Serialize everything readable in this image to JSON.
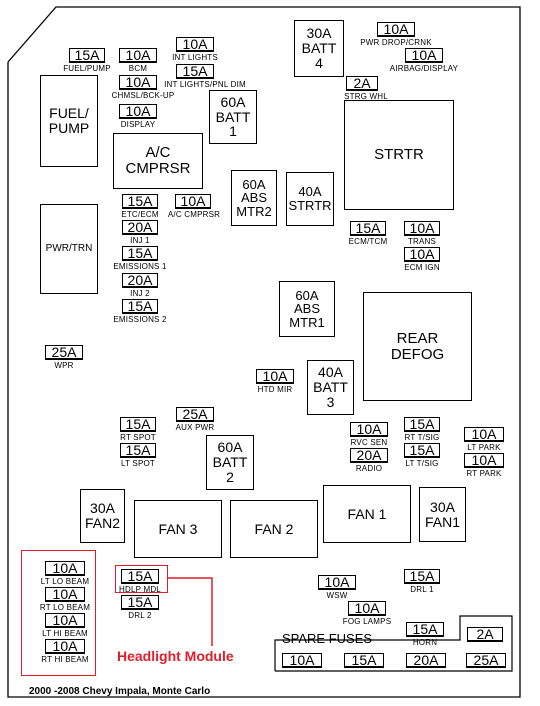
{
  "caption": "2000 -2008 Chevy Impala, Monte Carlo",
  "callout": "Headlight Module",
  "spare_fuses_title": "SPARE FUSES",
  "colors": {
    "line": "#000000",
    "highlight": "#e01d2a",
    "background": "#ffffff"
  },
  "relays": [
    {
      "id": "fuel_pump",
      "text": "FUEL/\nPUMP"
    },
    {
      "id": "ac_cmprsr",
      "text": "A/C\nCMPRSR"
    },
    {
      "id": "batt1",
      "text": "60A\nBATT\n1"
    },
    {
      "id": "batt4",
      "text": "30A\nBATT\n4"
    },
    {
      "id": "strtr",
      "text": "STRTR"
    },
    {
      "id": "abs_mtr2",
      "text": "60A\nABS\nMTR2"
    },
    {
      "id": "strtr_40a",
      "text": "40A\nSTRTR"
    },
    {
      "id": "pwr_trn",
      "text": "PWR/TRN"
    },
    {
      "id": "abs_mtr1",
      "text": "60A\nABS\nMTR1"
    },
    {
      "id": "rear_defog",
      "text": "REAR\nDEFOG"
    },
    {
      "id": "batt3",
      "text": "40A\nBATT\n3"
    },
    {
      "id": "batt2",
      "text": "60A\nBATT\n2"
    },
    {
      "id": "fan2_30a",
      "text": "30A\nFAN2"
    },
    {
      "id": "fan3",
      "text": "FAN 3"
    },
    {
      "id": "fan2",
      "text": "FAN 2"
    },
    {
      "id": "fan1",
      "text": "FAN 1"
    },
    {
      "id": "fan1_30a",
      "text": "30A\nFAN1"
    }
  ],
  "fuses": [
    {
      "id": "fuel_pump",
      "rating": "15A",
      "label": "FUEL/PUMP"
    },
    {
      "id": "bcm",
      "rating": "10A",
      "label": "BCM"
    },
    {
      "id": "int_lights",
      "rating": "10A",
      "label": "INT LIGHTS"
    },
    {
      "id": "int_lights_pnl_dim",
      "rating": "15A",
      "label": "INT LIGHTS/PNL DIM"
    },
    {
      "id": "chmsl",
      "rating": "10A",
      "label": "CHMSL/BCK-UP"
    },
    {
      "id": "display",
      "rating": "10A",
      "label": "DISPLAY"
    },
    {
      "id": "pwr_drop",
      "rating": "10A",
      "label": "PWR DROP/CRNK"
    },
    {
      "id": "airbag",
      "rating": "10A",
      "label": "AIRBAG/DISPLAY"
    },
    {
      "id": "strg_whl",
      "rating": "2A",
      "label": "STRG WHL"
    },
    {
      "id": "etc_ecm",
      "rating": "15A",
      "label": "ETC/ECM"
    },
    {
      "id": "ac_cmprsr",
      "rating": "10A",
      "label": "A/C CMPRSR"
    },
    {
      "id": "inj1",
      "rating": "20A",
      "label": "INJ 1"
    },
    {
      "id": "emissions1",
      "rating": "15A",
      "label": "EMISSIONS 1"
    },
    {
      "id": "inj2",
      "rating": "20A",
      "label": "INJ 2"
    },
    {
      "id": "emissions2",
      "rating": "15A",
      "label": "EMISSIONS 2"
    },
    {
      "id": "ecm_tcm",
      "rating": "15A",
      "label": "ECM/TCM"
    },
    {
      "id": "trans",
      "rating": "10A",
      "label": "TRANS"
    },
    {
      "id": "ecm_ign",
      "rating": "10A",
      "label": "ECM IGN"
    },
    {
      "id": "wpr",
      "rating": "25A",
      "label": "WPR"
    },
    {
      "id": "htd_mir",
      "rating": "10A",
      "label": "HTD MIR"
    },
    {
      "id": "aux_pwr",
      "rating": "25A",
      "label": "AUX PWR"
    },
    {
      "id": "rt_spot",
      "rating": "15A",
      "label": "RT SPOT"
    },
    {
      "id": "lt_spot",
      "rating": "15A",
      "label": "LT SPOT"
    },
    {
      "id": "rvc_sen",
      "rating": "10A",
      "label": "RVC SEN"
    },
    {
      "id": "radio",
      "rating": "20A",
      "label": "RADIO"
    },
    {
      "id": "rt_tsig",
      "rating": "15A",
      "label": "RT T/SIG"
    },
    {
      "id": "lt_tsig",
      "rating": "15A",
      "label": "LT T/SIG"
    },
    {
      "id": "lt_park",
      "rating": "10A",
      "label": "LT PARK"
    },
    {
      "id": "rt_park",
      "rating": "10A",
      "label": "RT PARK"
    },
    {
      "id": "lt_lo_beam",
      "rating": "10A",
      "label": "LT LO BEAM"
    },
    {
      "id": "rt_lo_beam",
      "rating": "10A",
      "label": "RT LO BEAM"
    },
    {
      "id": "lt_hi_beam",
      "rating": "10A",
      "label": "LT HI BEAM"
    },
    {
      "id": "rt_hi_beam",
      "rating": "10A",
      "label": "RT HI BEAM"
    },
    {
      "id": "hdlp_mdl",
      "rating": "15A",
      "label": "HDLP MDL"
    },
    {
      "id": "drl2",
      "rating": "15A",
      "label": "DRL 2"
    },
    {
      "id": "wsw",
      "rating": "10A",
      "label": "WSW"
    },
    {
      "id": "drl1",
      "rating": "15A",
      "label": "DRL 1"
    },
    {
      "id": "fog_lamps",
      "rating": "10A",
      "label": "FOG LAMPS"
    },
    {
      "id": "horn",
      "rating": "15A",
      "label": "HORN"
    }
  ],
  "spare_fuses": [
    "2A",
    "10A",
    "15A",
    "20A",
    "25A"
  ]
}
